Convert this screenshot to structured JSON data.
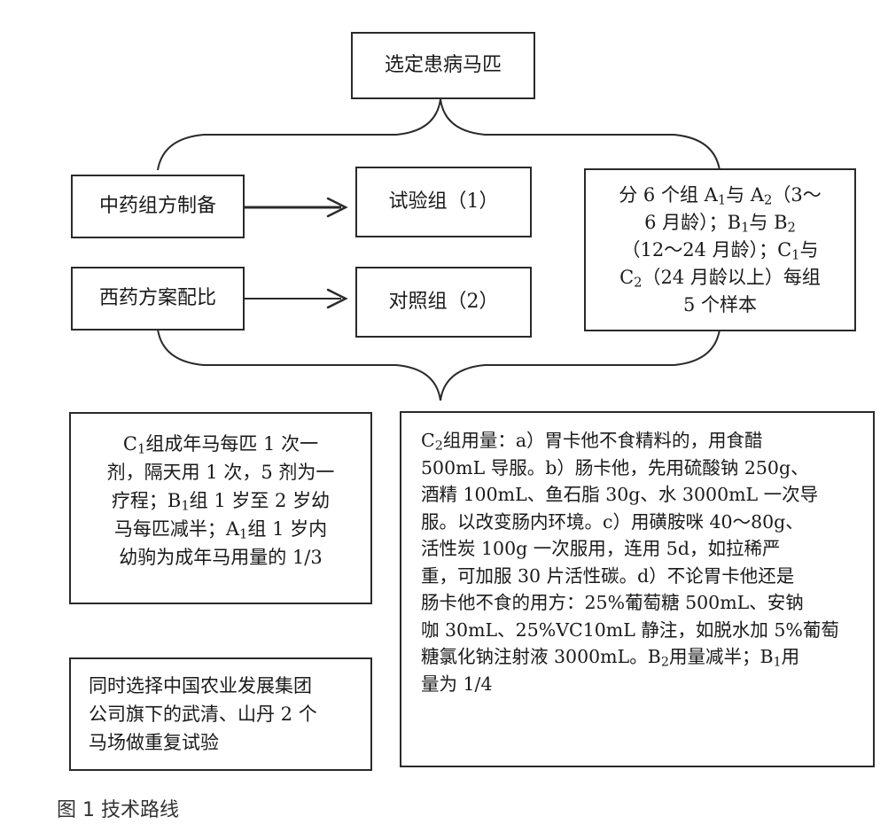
{
  "nodes": {
    "select_horses": "选定患病马匹",
    "tcm_prep": "中药组方制备",
    "test_group": "试验组（1）",
    "wm_ratio": "西药方案配比",
    "control_group": "对照组（2）"
  },
  "groups_box": [
    [
      {
        "t": "分 6 个组 A"
      },
      {
        "s": "1"
      },
      {
        "t": "与 A"
      },
      {
        "s": "2"
      },
      {
        "t": "（3～"
      }
    ],
    [
      {
        "t": "6 月龄）；B"
      },
      {
        "s": "1"
      },
      {
        "t": "与 B"
      },
      {
        "s": "2"
      }
    ],
    [
      {
        "t": "（12～24 月龄）；C"
      },
      {
        "s": "1"
      },
      {
        "t": "与"
      }
    ],
    [
      {
        "t": "C"
      },
      {
        "s": "2"
      },
      {
        "t": "（24 月龄以上）每组"
      }
    ],
    [
      {
        "t": "5 个样本"
      }
    ]
  ],
  "dosage_left": [
    [
      {
        "t": "C"
      },
      {
        "s": "1"
      },
      {
        "t": "组成年马每匹 1 次一"
      }
    ],
    [
      {
        "t": "剂，隔天用 1 次，5 剂为一"
      }
    ],
    [
      {
        "t": "疗程；B"
      },
      {
        "s": "1"
      },
      {
        "t": "组 1 岁至 2 岁幼"
      }
    ],
    [
      {
        "t": "马每匹减半；A"
      },
      {
        "s": "1"
      },
      {
        "t": "组 1 岁内"
      }
    ],
    [
      {
        "t": "幼驹为成年马用量的 1/3"
      }
    ]
  ],
  "repeat_note": [
    "同时选择中国农业发展集团",
    "公司旗下的武清、山丹 2 个",
    "马场做重复试验"
  ],
  "dosage_right": [
    [
      {
        "t": "C"
      },
      {
        "s": "2"
      },
      {
        "t": "组用量：a）胃卡他不食精料的，用食醋"
      }
    ],
    [
      {
        "t": "500mL 导服。b）肠卡他，先用硫酸钠 250g、"
      }
    ],
    [
      {
        "t": "酒精 100mL、鱼石脂 30g、水 3000mL 一次导"
      }
    ],
    [
      {
        "t": "服。以改变肠内环境。c）用磺胺咪 40～80g、"
      }
    ],
    [
      {
        "t": "活性炭 100g 一次服用，连用 5d，如拉稀严"
      }
    ],
    [
      {
        "t": "重，可加服 30 片活性碳。d）不论胃卡他还是"
      }
    ],
    [
      {
        "t": "肠卡他不食的用方：25%葡萄糖 500mL、安钠"
      }
    ],
    [
      {
        "t": "咖 30mL、25%VC10mL 静注，如脱水加 5%葡萄"
      }
    ],
    [
      {
        "t": "糖氯化钠注射液 3000mL。B"
      },
      {
        "s": "2"
      },
      {
        "t": "用量减半；B"
      },
      {
        "s": "1"
      },
      {
        "t": "用"
      }
    ],
    [
      {
        "t": "量为 1/4"
      }
    ]
  ],
  "caption": "图 1 技术路线"
}
